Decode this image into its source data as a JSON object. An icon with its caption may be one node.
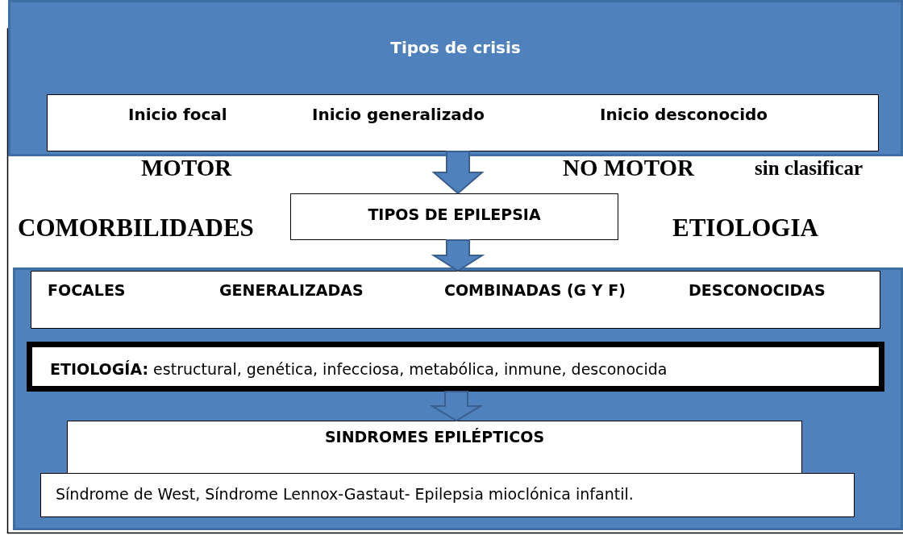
{
  "diagram": {
    "nodes": [
      {
        "text": [
          "Tipos de crisis"
        ]
      },
      {
        "text": [
          "Inicio focal",
          "Inicio generalizado",
          "Inicio desconocido"
        ],
        "in": 0
      },
      {
        "text": [
          "TIPOS DE EPILEPSIA"
        ]
      },
      {
        "text": [],
        "shape": "box"
      },
      {
        "text": [
          "FOCALES",
          "GENERALIZADAS",
          "COMBINADAS (G Y F)",
          "DESCONOCIDAS"
        ],
        "in": 3
      },
      {
        "text": [
          "**ETIOLOGÍA:** estructural, genética, infecciosa, metabólica, inmune, desconocida"
        ],
        "in": 3
      },
      {
        "text": [
          "SINDROMES EPILÉPTICOS"
        ],
        "in": 3
      },
      {
        "text": [
          "Síndrome de West, Síndrome Lennox-Gastaut- Epilepsia mioclónica infantil."
        ],
        "in": 3
      }
    ],
    "edges": [
      {
        "from": 1,
        "to": 2,
        "arrow": "to"
      },
      {
        "from": 2,
        "to": 4,
        "arrow": "to"
      },
      {
        "from": 5,
        "to": 6,
        "arrow": "to"
      }
    ],
    "labels": [
      "MOTOR",
      "NO MOTOR",
      "sin clasificar",
      "COMORBILIDADES",
      "ETIOLOGIA"
    ]
  }
}
